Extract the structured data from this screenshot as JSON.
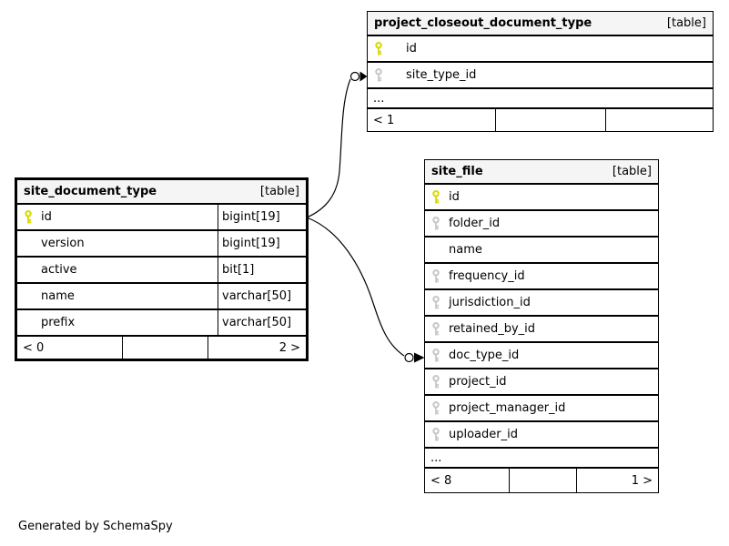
{
  "note": "Generated by SchemaSpy",
  "colors": {
    "header_bg": "#f5f5f5",
    "pk_key": "#d9d900",
    "fk_key": "#c8c8c8",
    "line": "#000000"
  },
  "tables": {
    "project_closeout_document_type": {
      "title": "project_closeout_document_type",
      "badge": "[table]",
      "rows": [
        {
          "name": "id",
          "key": "primary"
        },
        {
          "name": "site_type_id",
          "key": "foreign"
        }
      ],
      "ellipsis": "...",
      "footer": {
        "parents": "< 1",
        "middle": "",
        "children": ""
      }
    },
    "site_document_type": {
      "title": "site_document_type",
      "badge": "[table]",
      "rows": [
        {
          "name": "id",
          "type": "bigint[19]",
          "key": "primary"
        },
        {
          "name": "version",
          "type": "bigint[19]",
          "key": "none"
        },
        {
          "name": "active",
          "type": "bit[1]",
          "key": "none"
        },
        {
          "name": "name",
          "type": "varchar[50]",
          "key": "none"
        },
        {
          "name": "prefix",
          "type": "varchar[50]",
          "key": "none"
        }
      ],
      "footer": {
        "parents": "< 0",
        "middle": "",
        "children": "2 >"
      }
    },
    "site_file": {
      "title": "site_file",
      "badge": "[table]",
      "rows": [
        {
          "name": "id",
          "key": "primary"
        },
        {
          "name": "folder_id",
          "key": "foreign"
        },
        {
          "name": "name",
          "key": "none"
        },
        {
          "name": "frequency_id",
          "key": "foreign"
        },
        {
          "name": "jurisdiction_id",
          "key": "foreign"
        },
        {
          "name": "retained_by_id",
          "key": "foreign"
        },
        {
          "name": "doc_type_id",
          "key": "foreign"
        },
        {
          "name": "project_id",
          "key": "foreign"
        },
        {
          "name": "project_manager_id",
          "key": "foreign"
        },
        {
          "name": "uploader_id",
          "key": "foreign"
        }
      ],
      "ellipsis": "...",
      "footer": {
        "parents": "< 8",
        "middle": "",
        "children": "1 >"
      }
    }
  },
  "relationships": [
    {
      "from_table": "site_document_type",
      "from_column": "id",
      "to_table": "project_closeout_document_type",
      "to_column": "site_type_id"
    },
    {
      "from_table": "site_document_type",
      "from_column": "id",
      "to_table": "site_file",
      "to_column": "doc_type_id"
    }
  ]
}
